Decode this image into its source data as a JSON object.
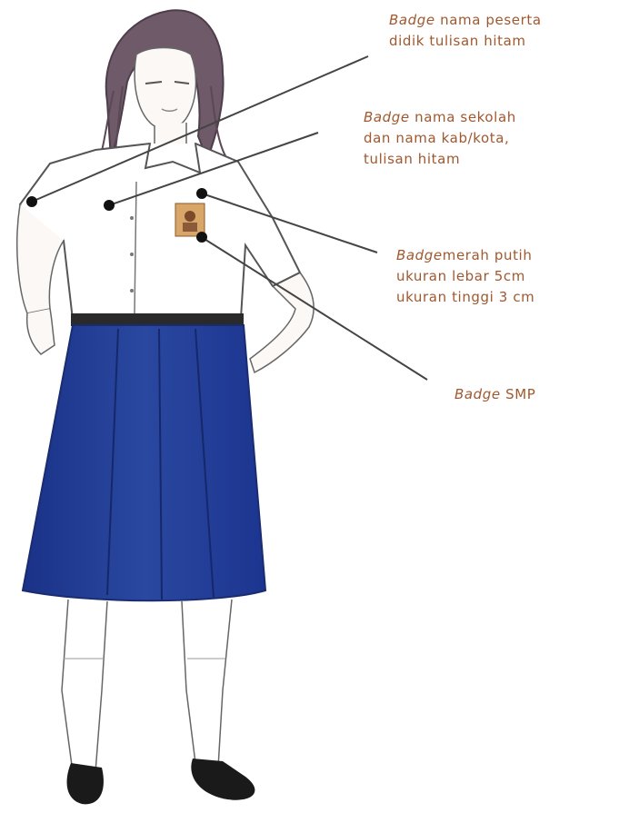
{
  "labels": {
    "name_badge": {
      "lead": "Badge",
      "rest": " nama peserta",
      "line2": "didik tulisan hitam"
    },
    "school_badge": {
      "lead": "Badge",
      "rest": " nama sekolah",
      "line2": "dan nama kab/kota,",
      "line3": "tulisan hitam"
    },
    "flag_badge": {
      "lead": "Badge",
      "rest": "merah putih",
      "line2": "ukuran lebar 5cm",
      "line3": "ukuran tinggi 3 cm"
    },
    "smp_badge": {
      "lead": "Badge",
      "rest": " SMP"
    }
  },
  "colors": {
    "label_text": "#a0582f",
    "skirt": "#1f3a8f",
    "hair": "#6e5a68",
    "shirt_outline": "#555555",
    "leader_line": "#444444"
  }
}
